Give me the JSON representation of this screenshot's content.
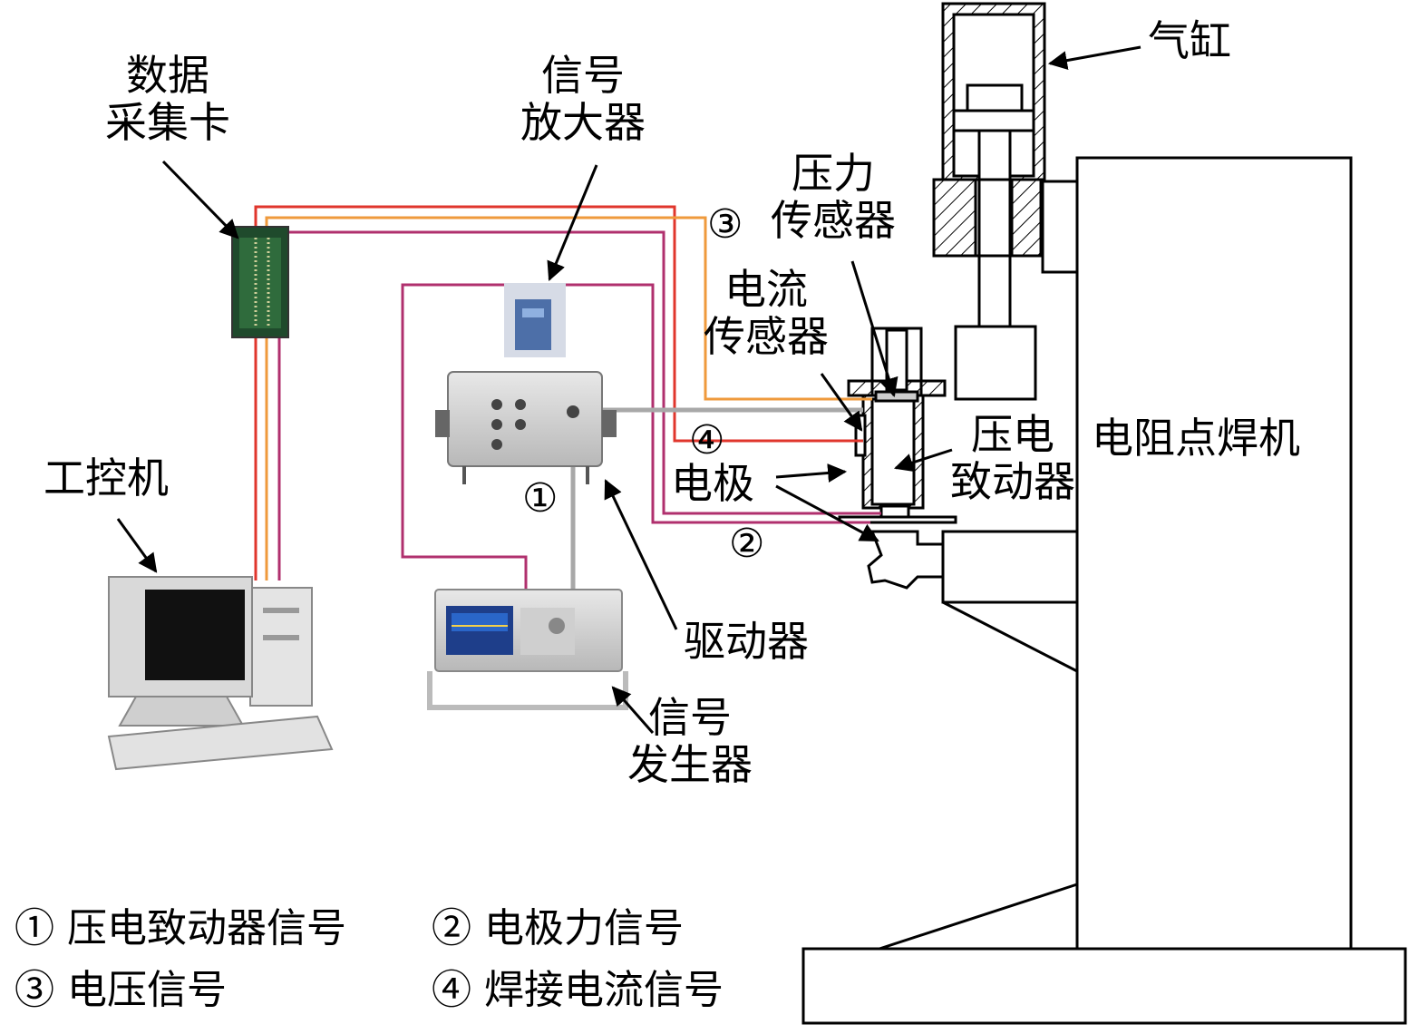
{
  "labels": {
    "cylinder": "气缸",
    "daq_line1": "数据",
    "daq_line2": "采集卡",
    "amp_line1": "信号",
    "amp_line2": "放大器",
    "force_line1": "压力",
    "force_line2": "传感器",
    "current_line1": "电流",
    "current_line2": "传感器",
    "piezo_line1": "压电",
    "piezo_line2": "致动器",
    "electrode": "电极",
    "welder": "电阻点焊机",
    "ipc": "工控机",
    "driver": "驱动器",
    "siggen_line1": "信号",
    "siggen_line2": "发生器"
  },
  "markers": {
    "m1": "①",
    "m2": "②",
    "m3": "③",
    "m4": "④"
  },
  "legend": {
    "row1_a": "① 压电致动器信号",
    "row1_b": "② 电极力信号",
    "row2_a": "③ 电压信号",
    "row2_b": "④ 焊接电流信号"
  },
  "colors": {
    "red_wire": "#e0362c",
    "orange_wire": "#ef9a3c",
    "magenta_wire": "#b0306e",
    "gray_wire": "#a8a8a8"
  }
}
